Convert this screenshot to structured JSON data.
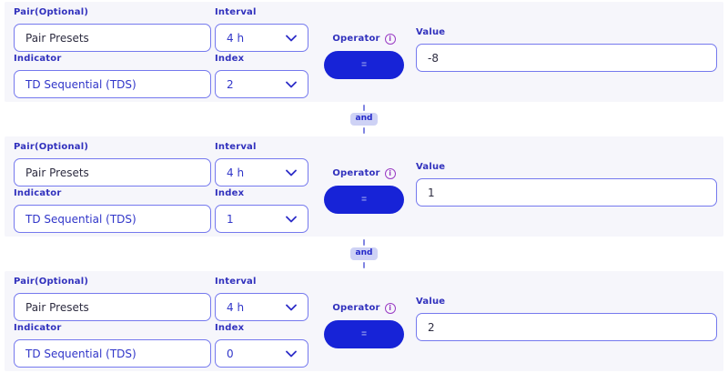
{
  "separator": {
    "label": "and"
  },
  "colors": {
    "block_background": "#f6f6fb",
    "label_indigo": "#3131bd",
    "input_border": "#7579ee",
    "input_text_dark": "#2e2d41",
    "input_text_blue": "#3136c9",
    "operator_pill_blue": "#1723d7",
    "operator_glyph": "#99a2ee",
    "info_icon_purple": "#9a3cc4",
    "and_badge_background": "#ced2f5",
    "and_badge_text": "#2429c9"
  },
  "icons": {
    "chevron_down": "v",
    "info": "i"
  },
  "conditions": [
    {
      "pair": {
        "label": "Pair(Optional)",
        "value": "Pair Presets"
      },
      "interval": {
        "label": "Interval",
        "value": "4 h"
      },
      "indicator": {
        "label": "Indicator",
        "value": "TD Sequential (TDS)"
      },
      "index": {
        "label": "Index",
        "value": "2"
      },
      "operator": {
        "label": "Operator",
        "value": "="
      },
      "value": {
        "label": "Value",
        "value": "-8"
      }
    },
    {
      "pair": {
        "label": "Pair(Optional)",
        "value": "Pair Presets"
      },
      "interval": {
        "label": "Interval",
        "value": "4 h"
      },
      "indicator": {
        "label": "Indicator",
        "value": "TD Sequential (TDS)"
      },
      "index": {
        "label": "Index",
        "value": "1"
      },
      "operator": {
        "label": "Operator",
        "value": "="
      },
      "value": {
        "label": "Value",
        "value": "1"
      }
    },
    {
      "pair": {
        "label": "Pair(Optional)",
        "value": "Pair Presets"
      },
      "interval": {
        "label": "Interval",
        "value": "4 h"
      },
      "indicator": {
        "label": "Indicator",
        "value": "TD Sequential (TDS)"
      },
      "index": {
        "label": "Index",
        "value": "0"
      },
      "operator": {
        "label": "Operator",
        "value": "="
      },
      "value": {
        "label": "Value",
        "value": "2"
      }
    }
  ]
}
